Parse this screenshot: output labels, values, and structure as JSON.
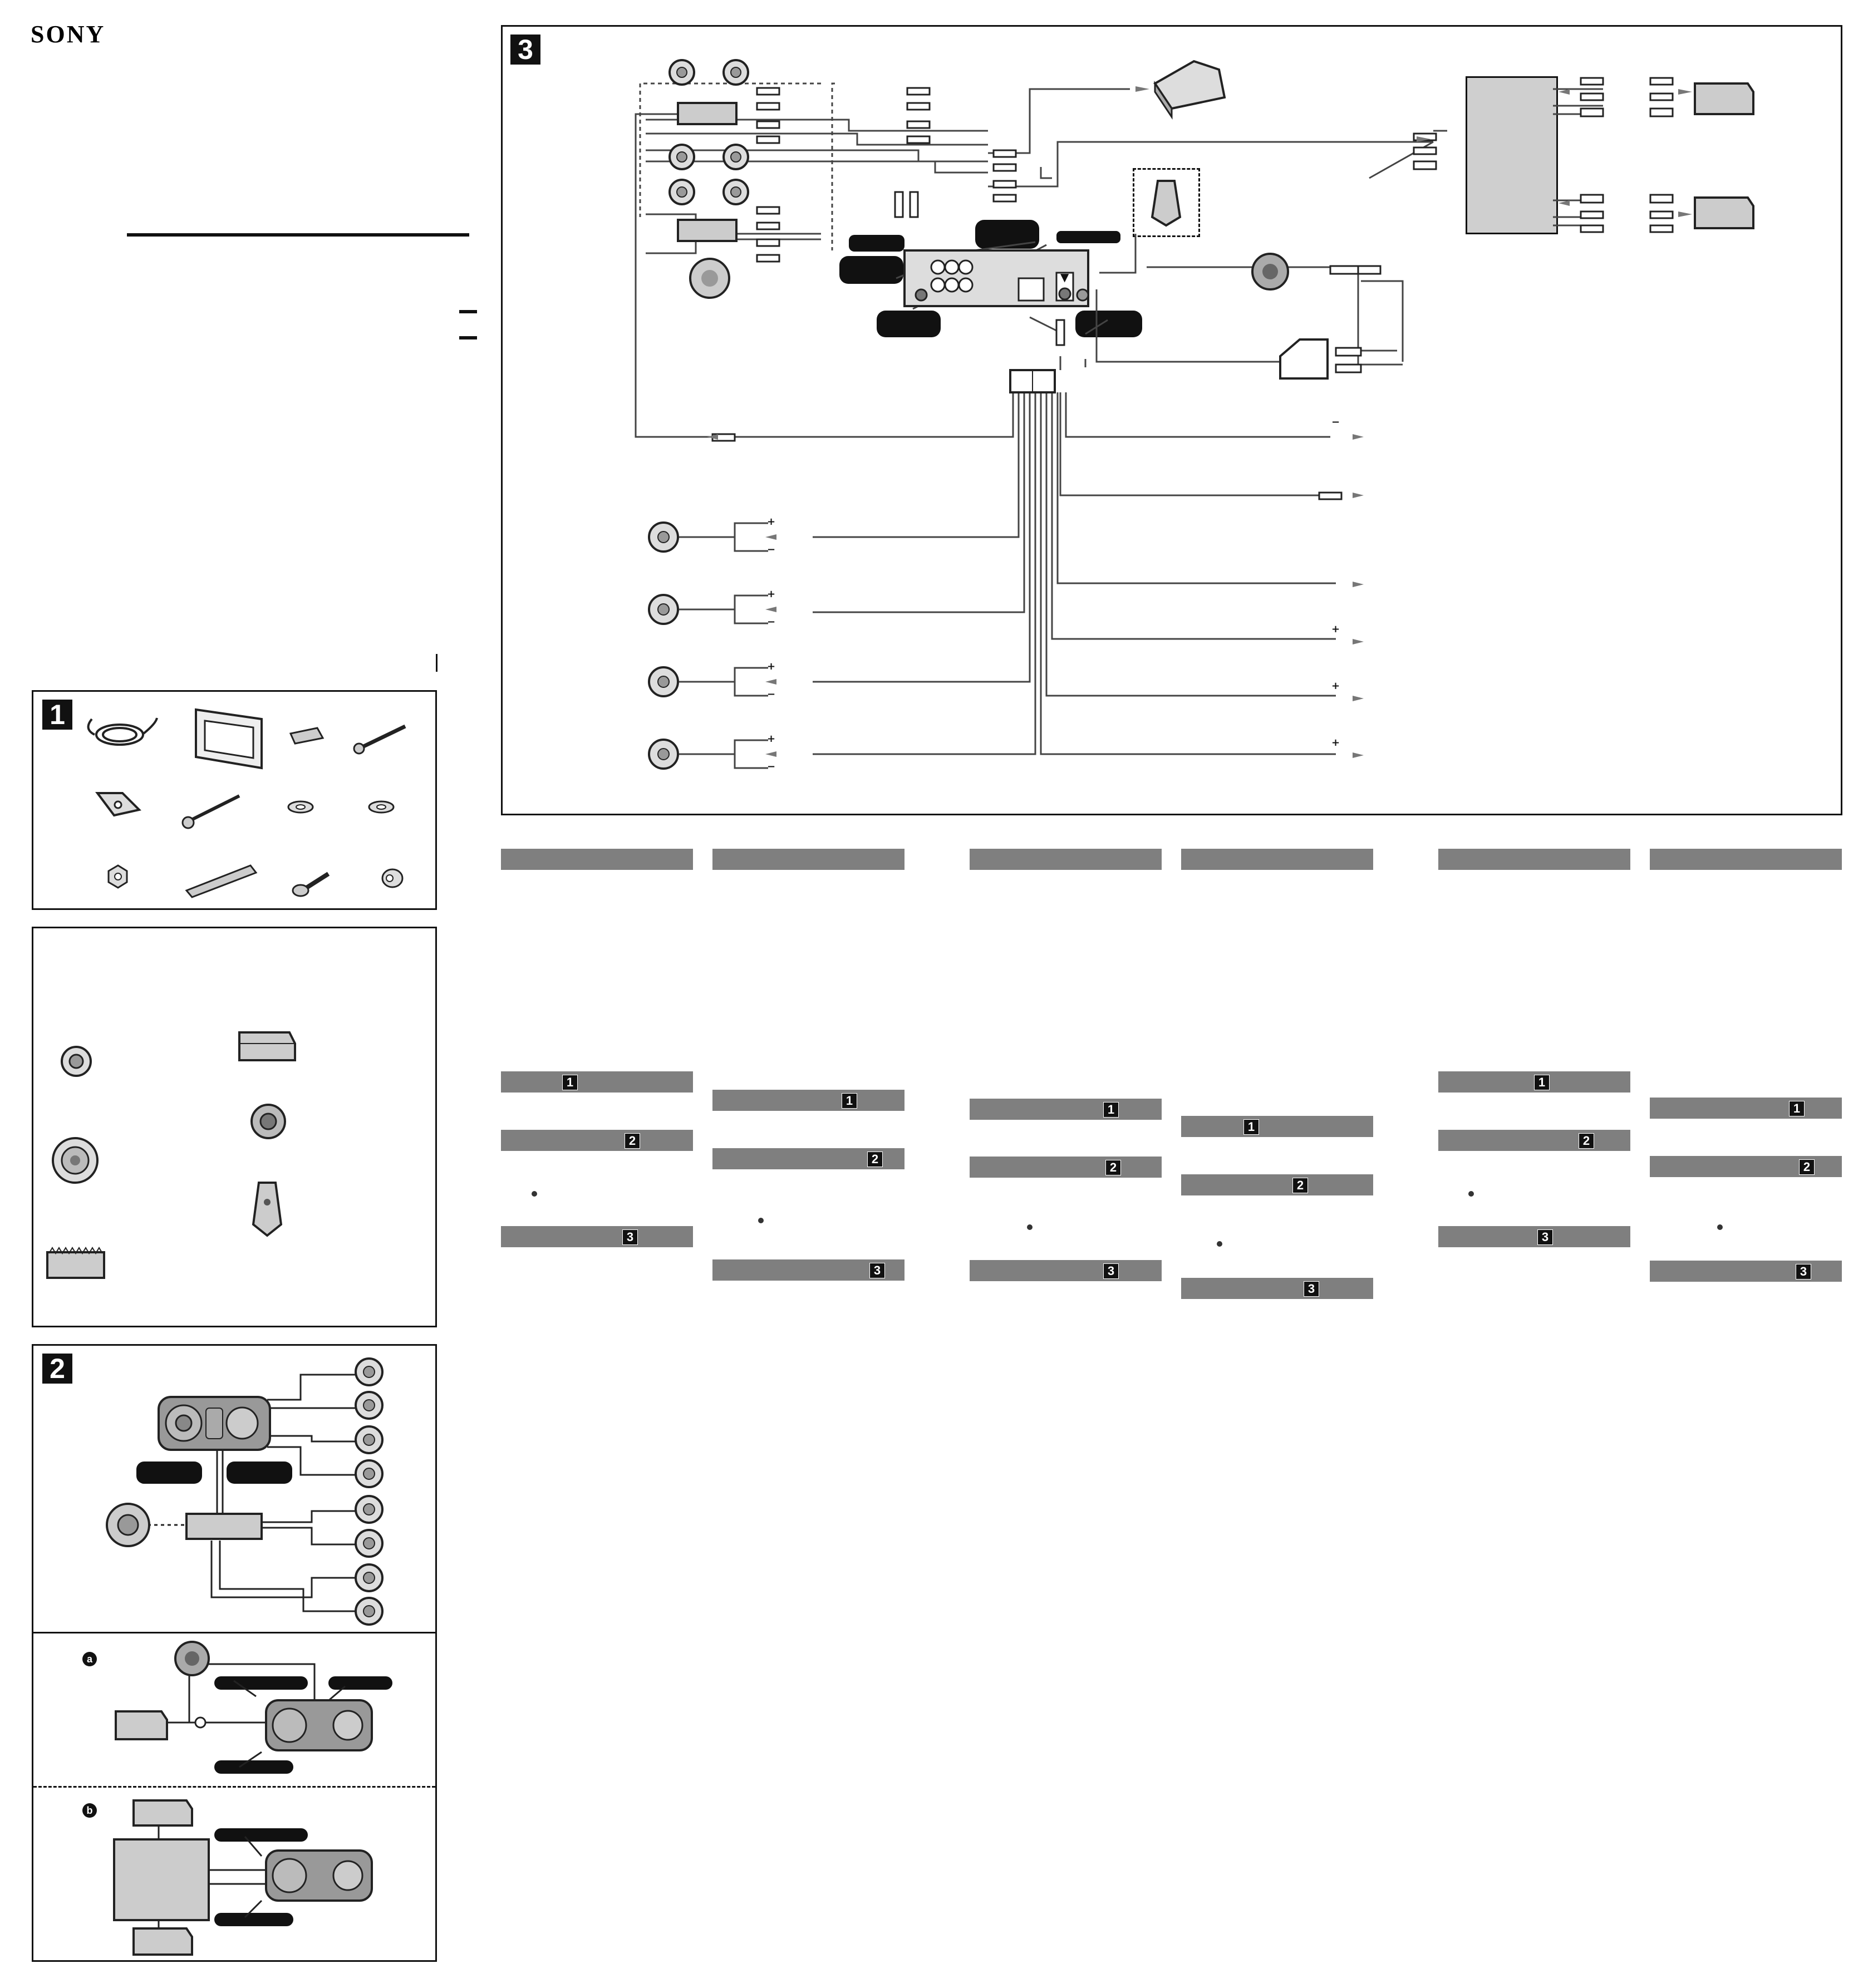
{
  "brand": {
    "name": "SONY"
  },
  "panels": {
    "accessories": {
      "number": "1"
    },
    "system_overview": {
      "number": "2",
      "sub_a": "a",
      "sub_b": "b"
    },
    "connection_diagram": {
      "number": "3"
    }
  },
  "section_bars": [
    {
      "tag": "1"
    },
    {
      "tag": "2"
    },
    {
      "tag": "3"
    }
  ],
  "diagram_symbols": {
    "plus": "+",
    "minus": "−",
    "triangle": "▼"
  },
  "colors": {
    "ink": "#111111",
    "bar_gray": "#7f7f7f",
    "panel_gray": "#cfcfcf"
  }
}
